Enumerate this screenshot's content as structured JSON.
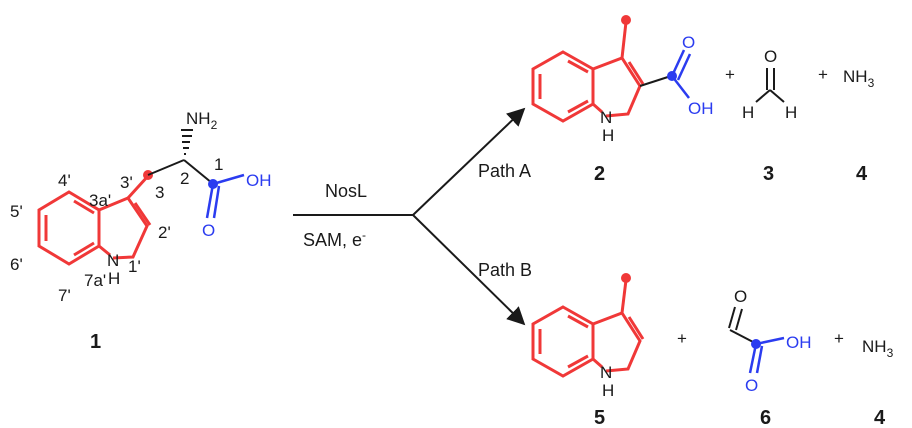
{
  "compound_1": {
    "number": "1",
    "nh2": "NH",
    "nh2_sub": "2",
    "oh": "OH",
    "o": "O",
    "nh": "N",
    "h": "H",
    "pos_1": "1",
    "pos_2": "2",
    "pos_3": "3",
    "pos_3p": "3'",
    "pos_3ap": "3a'",
    "pos_4p": "4'",
    "pos_5p": "5'",
    "pos_6p": "6'",
    "pos_7p": "7'",
    "pos_7ap": "7a'",
    "pos_2p": "2'",
    "pos_1p": "1'"
  },
  "reagents": {
    "enzyme": "NosL",
    "cofactor": "SAM, e",
    "cofactor_sup": "-"
  },
  "paths": {
    "a": "Path A",
    "b": "Path B"
  },
  "products_a": {
    "c2_number": "2",
    "c2_nh": "N",
    "c2_h": "H",
    "c2_oh": "OH",
    "c2_o": "O",
    "plus1": "+",
    "c3_number": "3",
    "c3_o": "O",
    "c3_h_left": "H",
    "c3_h_right": "H",
    "plus2": "+",
    "c4_number": "4",
    "c4_nh3": "NH",
    "c4_sub": "3"
  },
  "products_b": {
    "c5_number": "5",
    "c5_nh": "N",
    "c5_h": "H",
    "plus1": "+",
    "c6_number": "6",
    "c6_o_top": "O",
    "c6_oh": "OH",
    "c6_o_bottom": "O",
    "plus2": "+",
    "c4_number": "4",
    "c4_nh3": "NH",
    "c4_sub": "3"
  },
  "colors": {
    "indole_red": "#f03838",
    "carboxyl_blue": "#2b3cf0",
    "bond_black": "#1a1a1a"
  }
}
